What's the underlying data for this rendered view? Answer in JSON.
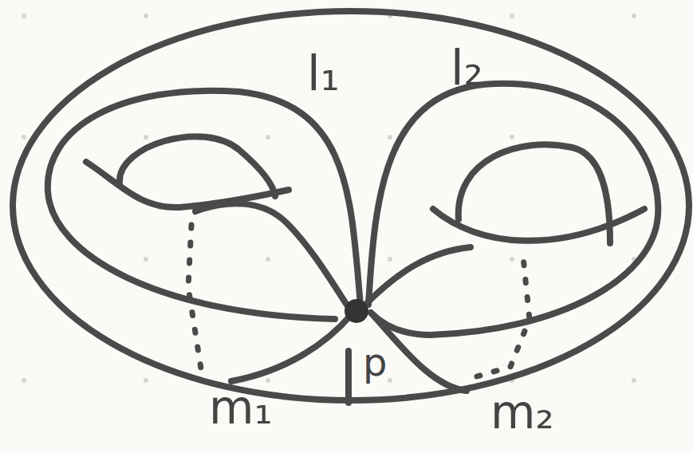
{
  "diagram": {
    "labels": [
      "l₁",
      "l₂",
      "m₁",
      "m₂",
      "p"
    ]
  }
}
